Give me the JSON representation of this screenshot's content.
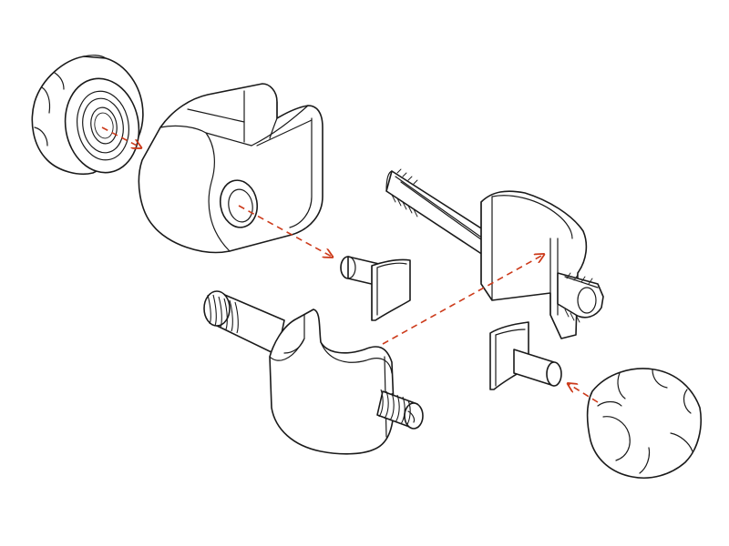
{
  "diagram": {
    "kind": "exploded-assembly",
    "line_color": "#1a1a1a",
    "background": "#ffffff",
    "arrow_color": "#cc3a1a",
    "parts": [
      "knurled-knob-with-bearing",
      "clevis-bracket",
      "small-clamp-pin",
      "threaded-clamp-body",
      "split-clamp-with-rod",
      "second-clamp-pin",
      "knurled-knob"
    ],
    "arrow_count": 4
  }
}
